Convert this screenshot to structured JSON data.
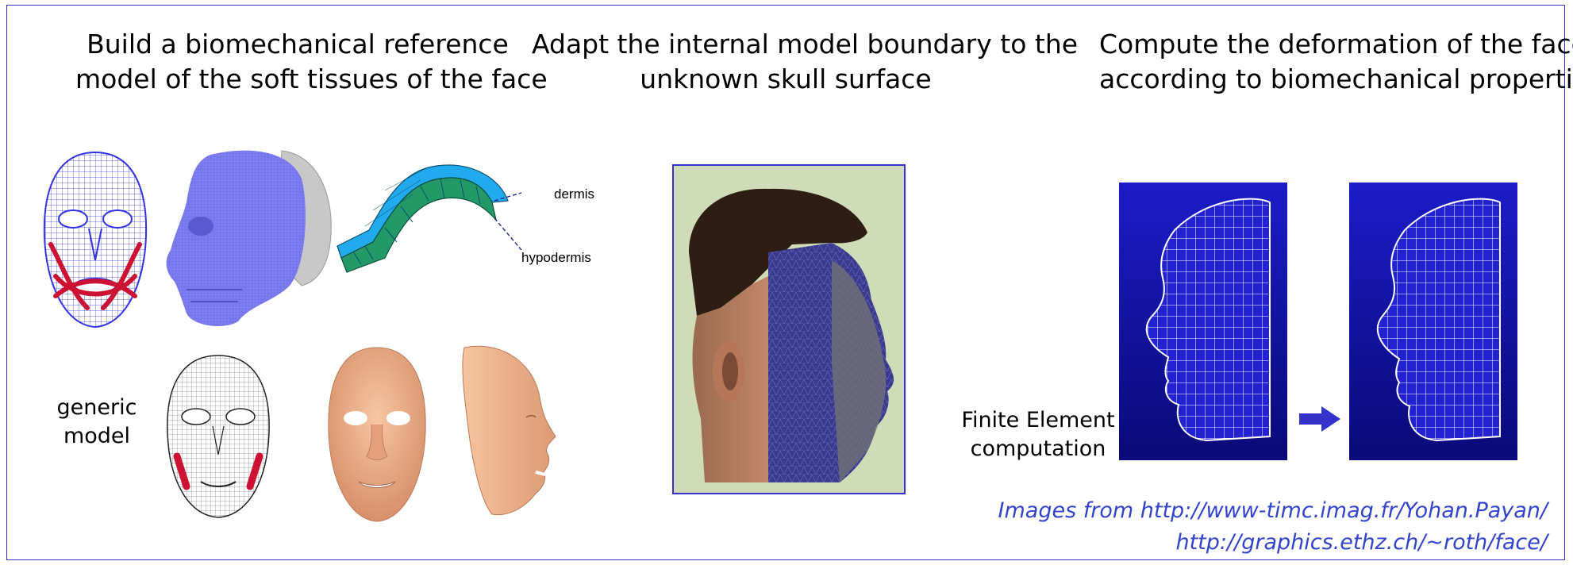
{
  "headings": {
    "col1_line1": "Build a biomechanical reference",
    "col1_line2": "model of the soft tissues of the face",
    "col2_line1": "Adapt the internal model boundary to the",
    "col2_line2": "unknown skull surface",
    "col3_line1": "Compute the deformation of the face",
    "col3_line2": "according to biomechanical properties"
  },
  "labels": {
    "dermis": "dermis",
    "hypodermis": "hypodermis",
    "generic_line1": "generic",
    "generic_line2": "model",
    "fe_line1": "Finite Element",
    "fe_line2": "computation"
  },
  "credits": {
    "line1": "Images from http://www-timc.imag.fr/Yohan.Payan/",
    "line2": "http://graphics.ethz.ch/~roth/face/"
  },
  "colors": {
    "border": "#3333cc",
    "mesh_blue": "#3333dd",
    "muscle_red": "#cc1133",
    "skin": "#f0b48e",
    "dermis": "#22aaee",
    "hypodermis": "#229966",
    "fe_background": "#1010a0",
    "credit_text": "#3344cc"
  }
}
